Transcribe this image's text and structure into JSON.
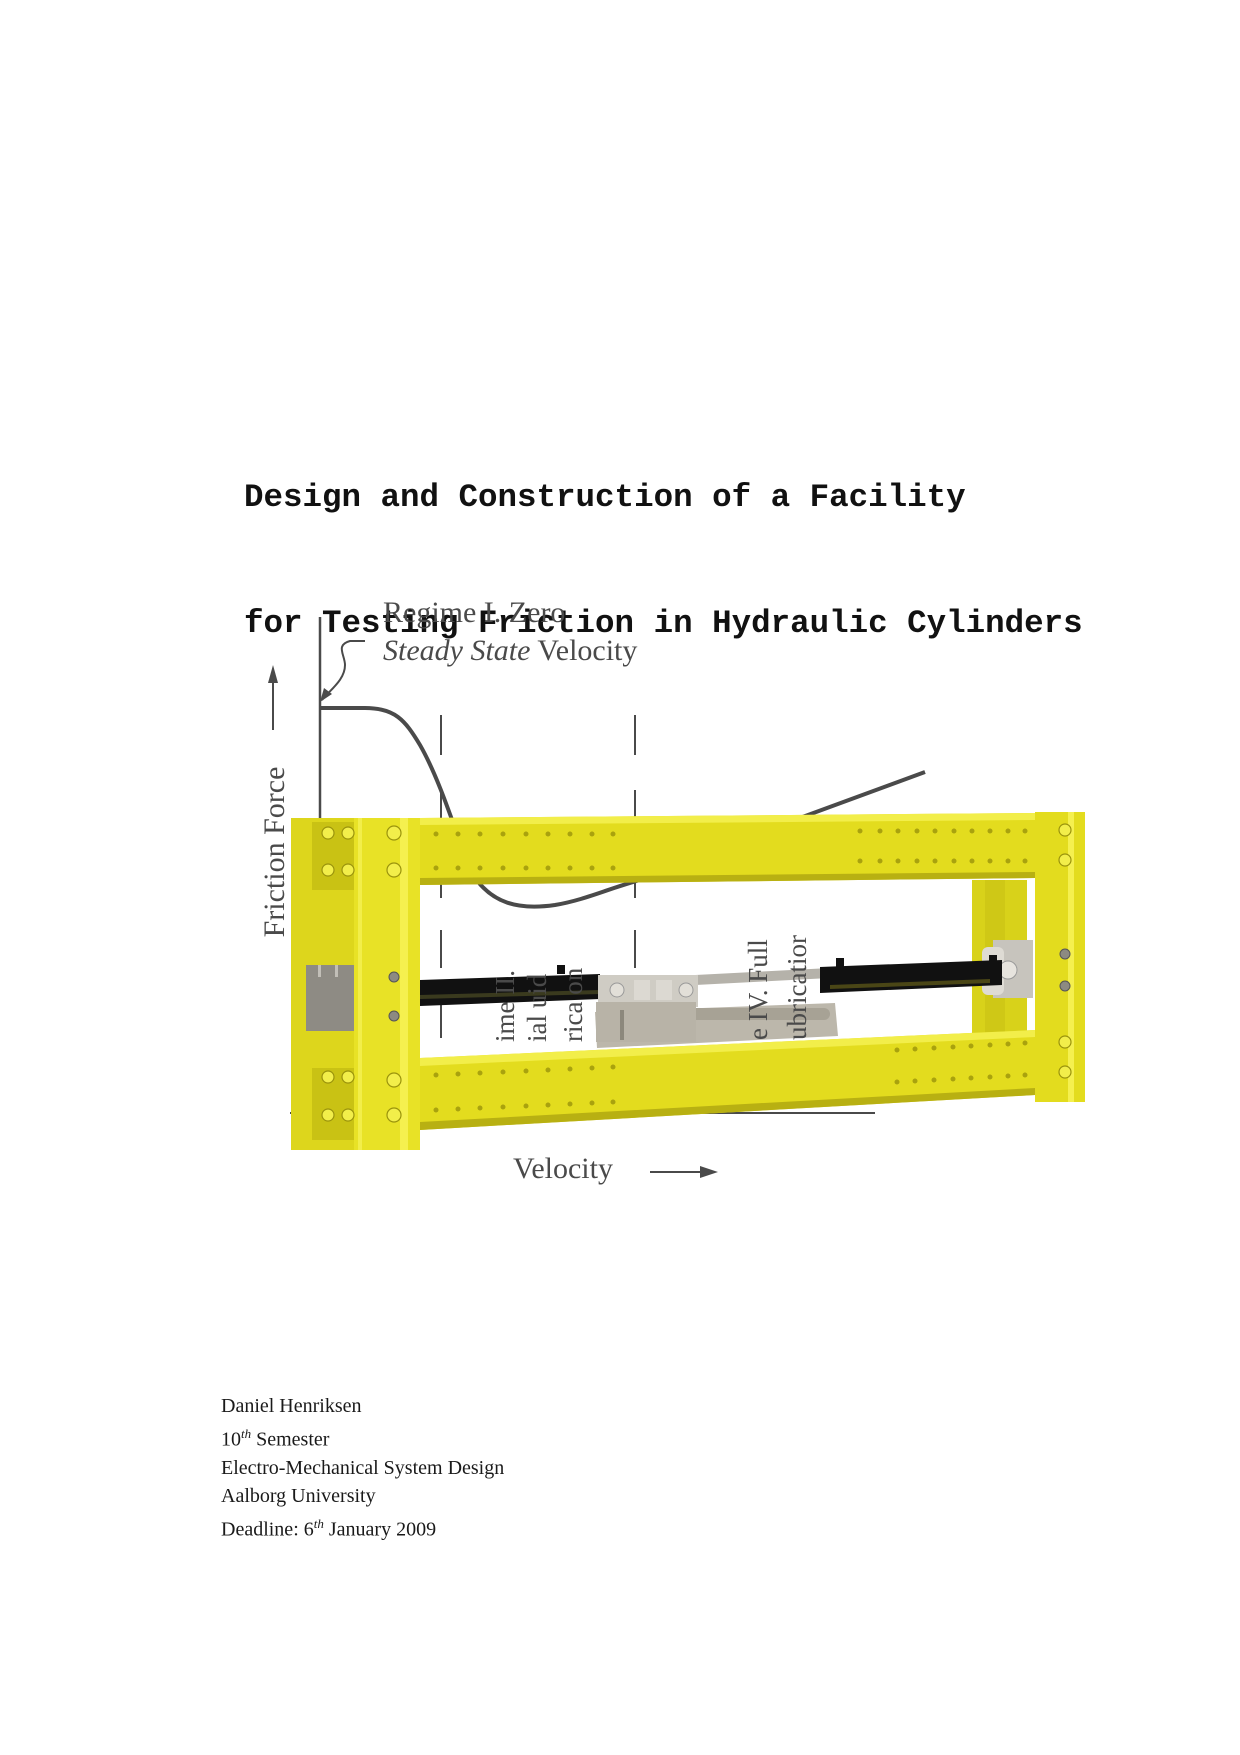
{
  "title": {
    "line1": "Design and Construction of a Facility",
    "line2": "for Testing Friction in Hydraulic Cylinders"
  },
  "figure": {
    "description": "Stribeck friction curve diagram overlaid with 3D render of yellow test-rig frame",
    "annotation": {
      "line1": "Regime I.  Zero",
      "line2_italic": "Steady State",
      "line2_rest": " Velocity"
    },
    "y_axis_label": "Friction Force",
    "x_axis_label": "Velocity",
    "regime_fragments": {
      "regime3_col1": "ime  II.",
      "regime3_col2": "ial   uid",
      "regime3_col3": "rica  on",
      "regime4_col1": "e IV. Full",
      "regime4_col2": "ubricatior"
    },
    "colors": {
      "frame_yellow": "#e3dc1e",
      "frame_yellow_dark": "#c9c214",
      "frame_yellow_light": "#f2ee4a",
      "curve": "#4a4a4a",
      "cylinder": "#111111",
      "steel": "#b9b4a8"
    }
  },
  "author": {
    "name": "Daniel Henriksen",
    "semester_num": "10",
    "semester_sup": "th",
    "semester_rest": " Semester",
    "programme": "Electro-Mechanical System Design",
    "university": "Aalborg University",
    "deadline_prefix": "Deadline: 6",
    "deadline_sup": "th",
    "deadline_rest": " January 2009"
  }
}
